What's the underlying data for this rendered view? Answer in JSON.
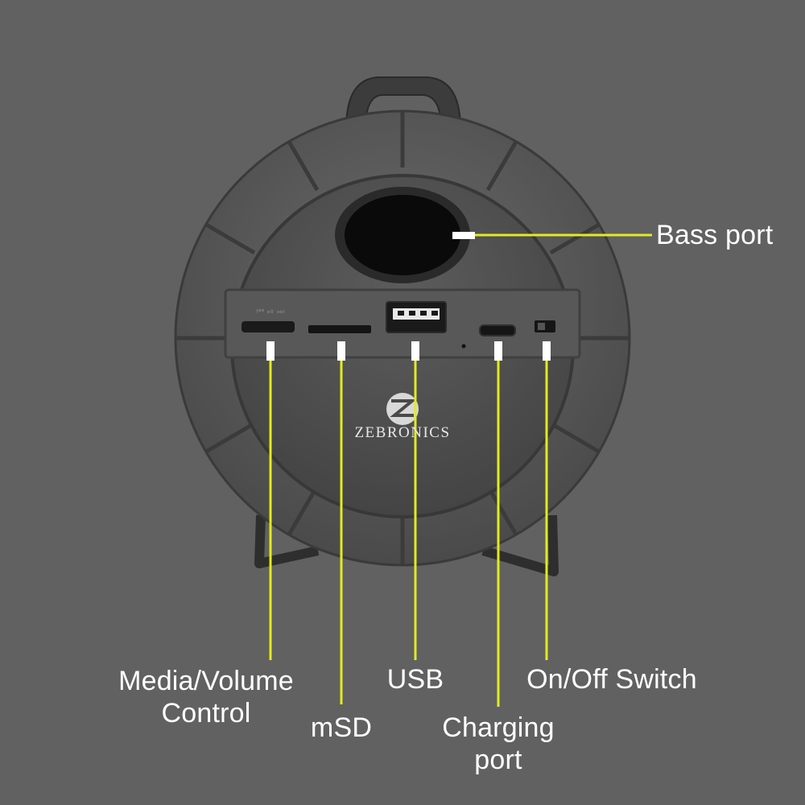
{
  "brand": {
    "name": "ZEBRONICS"
  },
  "callouts": {
    "bass_port": "Bass port",
    "media_volume": [
      "Media/Volume",
      "Control"
    ],
    "msd": "mSD",
    "usb": "USB",
    "charging": [
      "Charging",
      "port"
    ],
    "onoff": "On/Off Switch"
  },
  "colors": {
    "background": "#616161",
    "body": "#545454",
    "rim": "#5e5e5e",
    "port": "#0a0a0a",
    "callout_line": "#e2ea22",
    "marker": "#ffffff"
  }
}
